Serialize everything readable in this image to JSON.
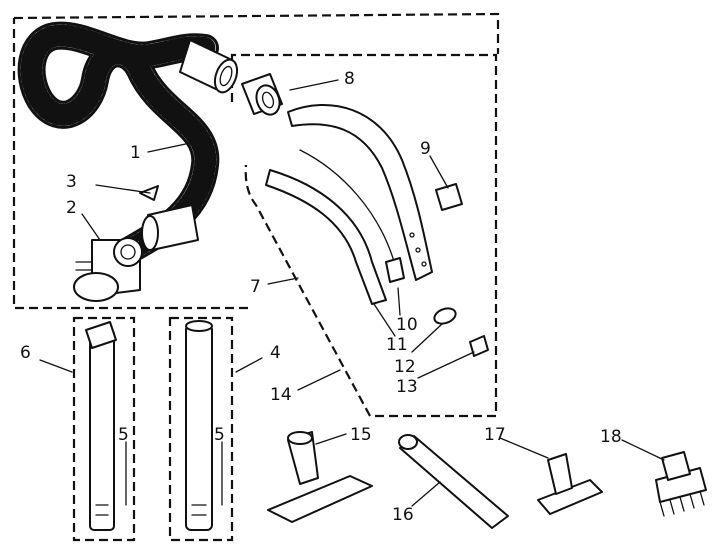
{
  "labels": {
    "p1": "1",
    "p2": "2",
    "p3": "3",
    "p4": "4",
    "p5a": "5",
    "p5b": "5",
    "p6": "6",
    "p7": "7",
    "p8": "8",
    "p9": "9",
    "p10": "10",
    "p11": "11",
    "p12": "12",
    "p13": "13",
    "p14": "14",
    "p15": "15",
    "p16": "16",
    "p17": "17",
    "p18": "18"
  }
}
